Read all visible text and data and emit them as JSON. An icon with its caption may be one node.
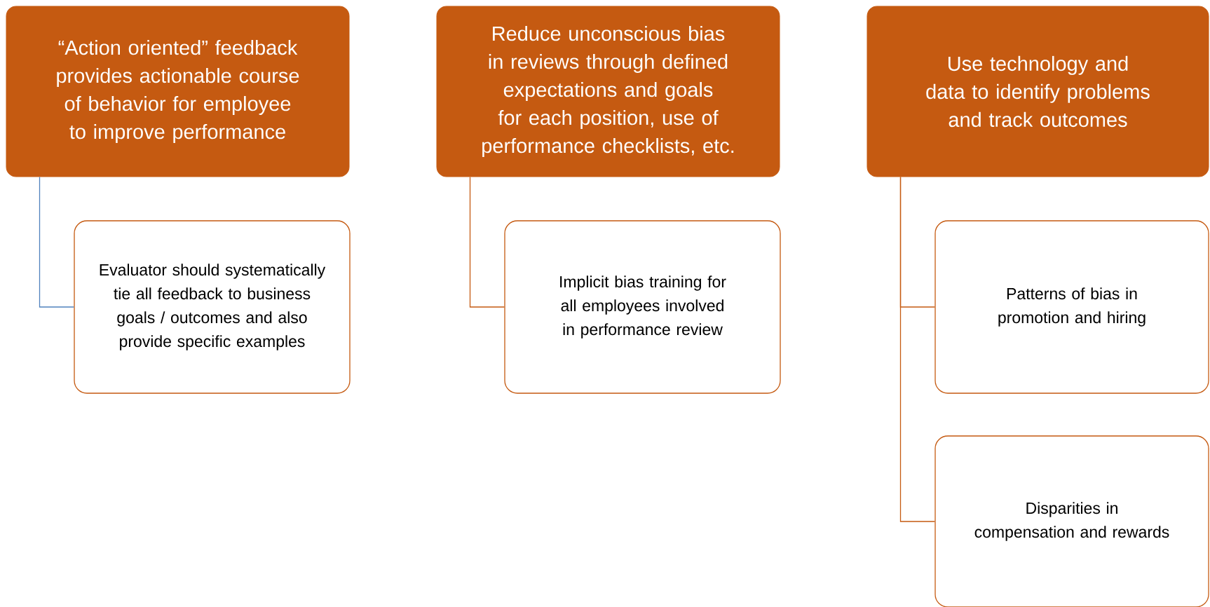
{
  "diagram": {
    "nodes": [
      {
        "text": [
          "“Action oriented” feedback provides actionable course of behavior for employee to improve performance"
        ]
      },
      {
        "text": [
          "Evaluator should systematically tie all feedback to business goals / outcomes and also provide specific examples"
        ]
      },
      {
        "text": [
          "Reduce unconscious bias in reviews through defined expectations and goals for each position, use of performance checklists, etc."
        ]
      },
      {
        "text": [
          "Implicit bias training for all employees involved in performance review"
        ]
      },
      {
        "text": [
          "Use technology and data to identify problems and track outcomes"
        ]
      },
      {
        "text": [
          "Patterns of bias in promotion and hiring"
        ]
      },
      {
        "text": [
          "Disparities in compensation and rewards"
        ]
      }
    ],
    "edges": [
      {
        "from": 0,
        "to": 1,
        "arrow": "none",
        "color": "#4f81bd"
      },
      {
        "from": 2,
        "to": 3,
        "arrow": "none"
      },
      {
        "from": 4,
        "to": 5,
        "arrow": "none"
      },
      {
        "from": 4,
        "to": 6,
        "arrow": "none"
      }
    ]
  }
}
